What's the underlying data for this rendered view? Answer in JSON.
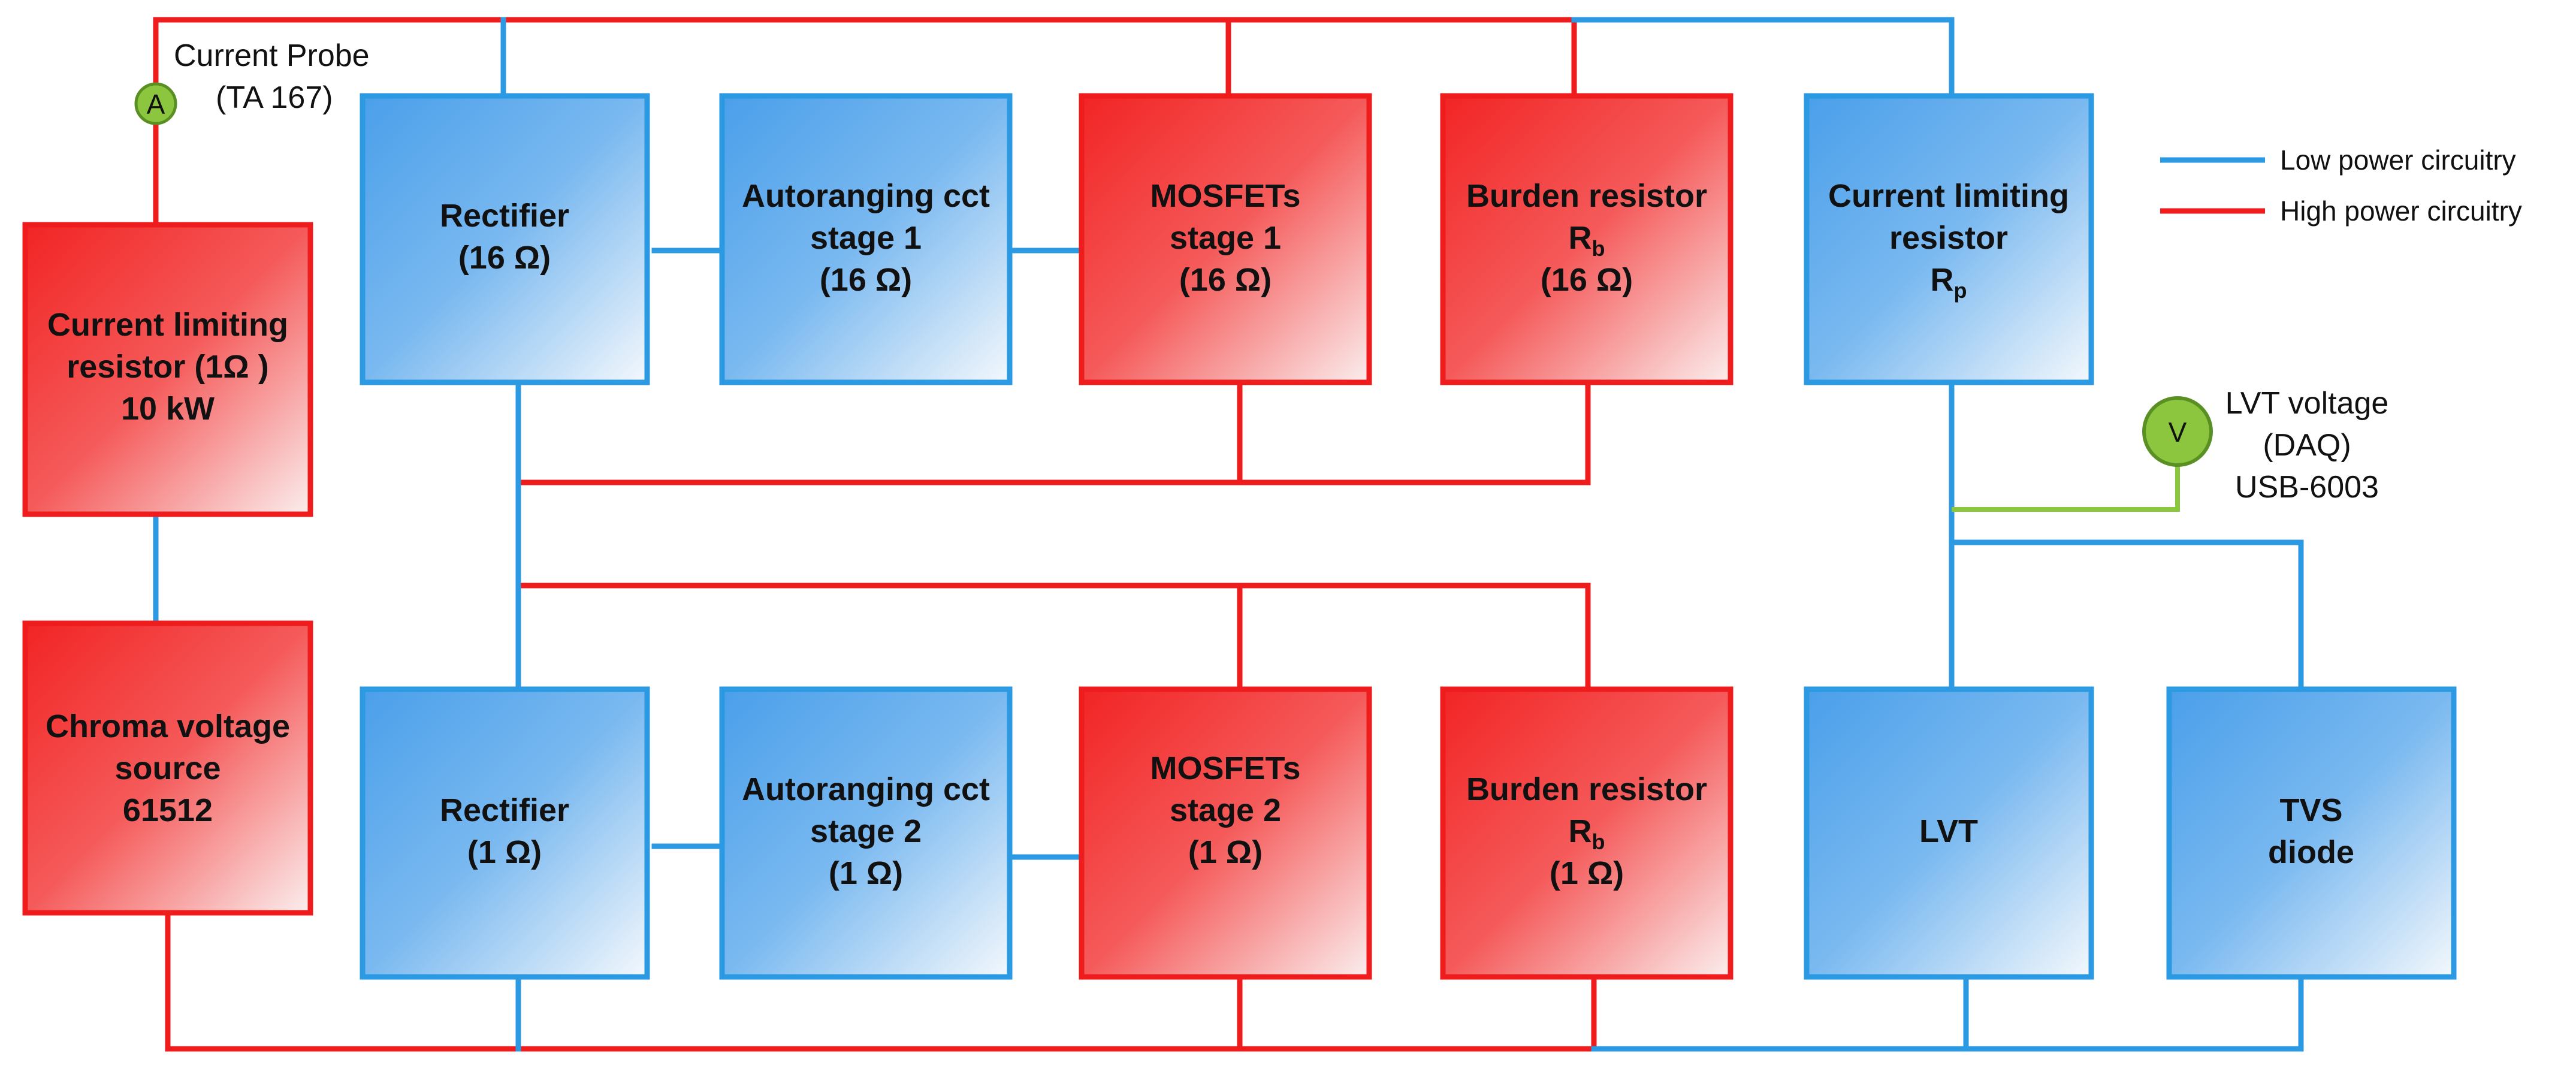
{
  "colors": {
    "low_power": "#2b9ae2",
    "high_power": "#ee1c1c",
    "dac_line": "#8cc63f",
    "meter_fill": "#8cc63f",
    "blue_block": "#5aa7ec",
    "red_block": "#f22a2a"
  },
  "blocks": {
    "current_limiting_1ohm": {
      "l1": "Current limiting",
      "l2": "resistor (1Ω )",
      "l3": "10 kW"
    },
    "chroma_source": {
      "l1": "Chroma voltage",
      "l2": "source",
      "l3": "61512"
    },
    "rectifier_16": {
      "l1": "Rectifier",
      "l2": "(16 Ω)"
    },
    "autoranging_1": {
      "l1": "Autoranging cct",
      "l2": "stage 1",
      "l3": "(16 Ω)"
    },
    "mosfets_1": {
      "l1": "MOSFETs",
      "l2": "stage 1",
      "l3": "(16 Ω)"
    },
    "burden_16": {
      "l1": "Burden resistor",
      "l2": "R",
      "l2_sub": "b",
      "l3": "(16 Ω)"
    },
    "current_limiting_rp": {
      "l1": "Current limiting",
      "l2": "resistor",
      "l3": "R",
      "l3_sub": "p"
    },
    "rectifier_1": {
      "l1": "Rectifier",
      "l2": "(1 Ω)"
    },
    "autoranging_2": {
      "l1": "Autoranging cct",
      "l2": "stage 2",
      "l3": "(1 Ω)"
    },
    "mosfets_2": {
      "l1": "MOSFETs",
      "l2": "stage 2",
      "l3": "(1 Ω)"
    },
    "burden_1": {
      "l1": "Burden resistor",
      "l2": "R",
      "l2_sub": "b",
      "l3": "(1 Ω)"
    },
    "lvt": {
      "l1": "LVT"
    },
    "tvs_diode": {
      "l1": "TVS",
      "l2": "diode"
    }
  },
  "probe": {
    "symbol": "A",
    "line1": "Current Probe",
    "line2": "(TA 167)"
  },
  "voltmeter": {
    "symbol": "V",
    "line1": "LVT voltage",
    "line2": "(DAQ)",
    "line3": "USB-6003"
  },
  "legend": {
    "low_power": "Low power circuitry",
    "high_power": "High power circuitry"
  }
}
